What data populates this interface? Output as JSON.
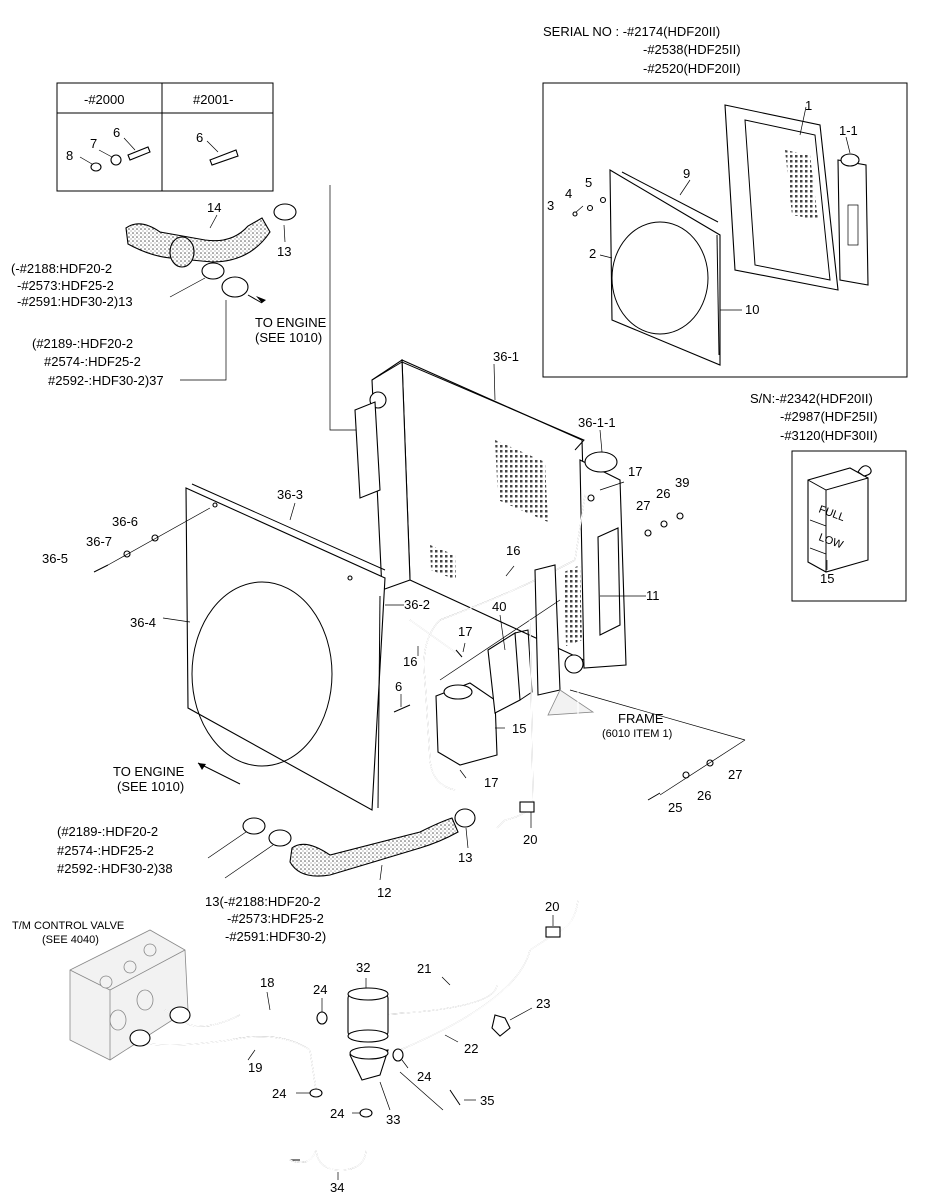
{
  "serial_header": {
    "label": "SERIAL NO : -#2174(HDF20II)",
    "line2": "-#2538(HDF25II)",
    "line3": "-#2520(HDF20II)"
  },
  "sn_header": {
    "label": "S/N:-#2342(HDF20II)",
    "line2": "-#2987(HDF25II)",
    "line3": "-#3120(HDF30II)"
  },
  "variant_table": {
    "col1": "-#2000",
    "col2": "#2001-"
  },
  "notes": {
    "to_engine_1": "TO ENGINE",
    "see_1010_1": "(SEE 1010)",
    "to_engine_2": "TO ENGINE",
    "see_1010_2": "(SEE 1010)",
    "frame": "FRAME",
    "frame_ref": "(6010 ITEM 1)",
    "tm_valve": "T/M CONTROL VALVE",
    "tm_ref": "(SEE 4040)",
    "tank_full": "FULL",
    "tank_low": "LOW"
  },
  "serial_notes": {
    "a1": "(-#2188:HDF20-2",
    "a2": "-#2573:HDF25-2",
    "a3": "-#2591:HDF30-2)13",
    "b1": "(#2189-:HDF20-2",
    "b2": "#2574-:HDF25-2",
    "b3": "#2592-:HDF30-2)37",
    "c1": "(#2189-:HDF20-2",
    "c2": "#2574-:HDF25-2",
    "c3": "#2592-:HDF30-2)38",
    "d1": "13(-#2188:HDF20-2",
    "d2": "-#2573:HDF25-2",
    "d3": "-#2591:HDF30-2)"
  },
  "callouts": {
    "c1": "1",
    "c1_1": "1-1",
    "c2": "2",
    "c3": "3",
    "c4": "4",
    "c5": "5",
    "c9": "9",
    "c10": "10",
    "t6a": "6",
    "t7": "7",
    "t8": "8",
    "t6b": "6",
    "c14": "14",
    "c13a": "13",
    "c36_1": "36-1",
    "c36_1_1": "36-1-1",
    "c36_3": "36-3",
    "c36_6": "36-6",
    "c36_7": "36-7",
    "c36_5": "36-5",
    "c36_4": "36-4",
    "c36_2": "36-2",
    "c16a": "16",
    "c16b": "16",
    "c17a": "17",
    "c17b": "17",
    "c17c": "17",
    "c40": "40",
    "c11": "11",
    "c27a": "27",
    "c26a": "26",
    "c39": "39",
    "c15a": "15",
    "c15b": "15",
    "c6": "6",
    "c27b": "27",
    "c26b": "26",
    "c25": "25",
    "c13b": "13",
    "c20a": "20",
    "c20b": "20",
    "c12": "12",
    "c32": "32",
    "c21": "21",
    "c23": "23",
    "c18": "18",
    "c24a": "24",
    "c24b": "24",
    "c24c": "24",
    "c24d": "24",
    "c22": "22",
    "c19": "19",
    "c35": "35",
    "c33": "33",
    "c34": "34"
  }
}
